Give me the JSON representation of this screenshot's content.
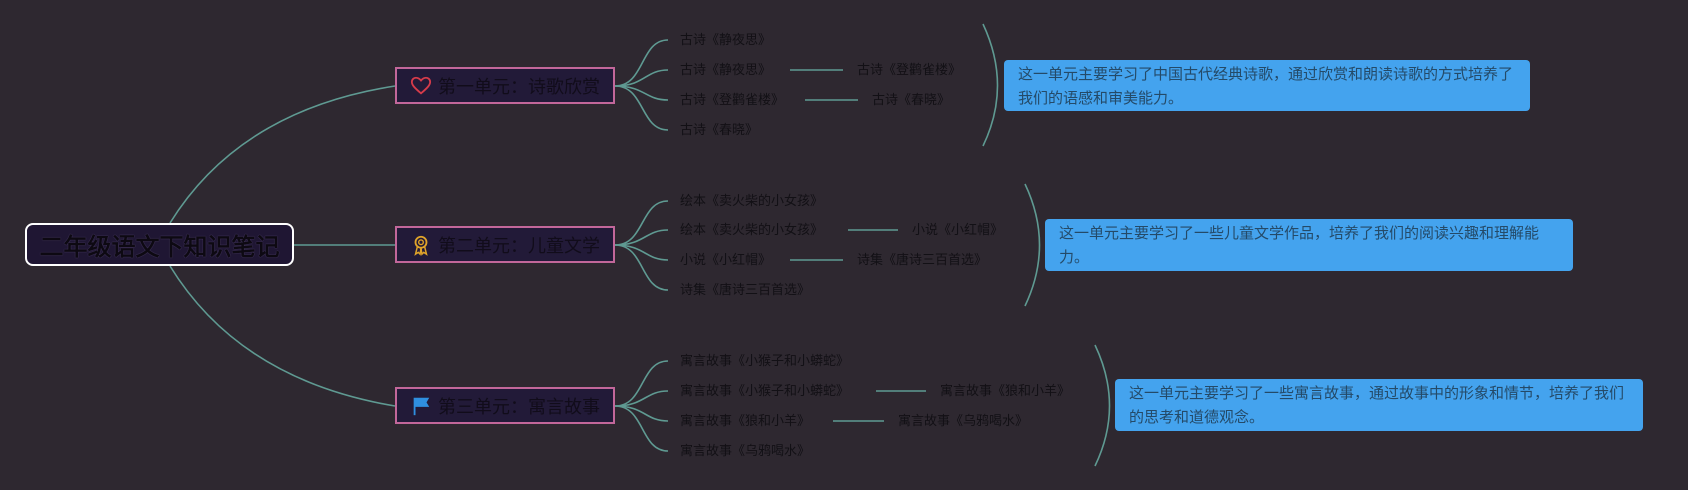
{
  "root": {
    "title": "二年级语文下知识笔记"
  },
  "units": [
    {
      "title": "第一单元：诗歌欣赏",
      "icon": "heart-icon",
      "items": [
        "古诗《静夜思》",
        "古诗《静夜思》",
        "古诗《登鹳雀楼》",
        "古诗《春晓》"
      ],
      "links": [
        {
          "from": "古诗《静夜思》",
          "to": "古诗《登鹳雀楼》"
        },
        {
          "from": "古诗《登鹳雀楼》",
          "to": "古诗《春晓》"
        }
      ],
      "summary": "这一单元主要学习了中国古代经典诗歌，通过欣赏和朗读诗歌的方式培养了我们的语感和审美能力。"
    },
    {
      "title": "第二单元：儿童文学",
      "icon": "award-ribbon-icon",
      "items": [
        "绘本《卖火柴的小女孩》",
        "绘本《卖火柴的小女孩》",
        "小说《小红帽》",
        "诗集《唐诗三百首选》"
      ],
      "links": [
        {
          "from": "绘本《卖火柴的小女孩》",
          "to": "小说《小红帽》"
        },
        {
          "from": "小说《小红帽》",
          "to": "诗集《唐诗三百首选》"
        }
      ],
      "summary": "这一单元主要学习了一些儿童文学作品，培养了我们的阅读兴趣和理解能力。"
    },
    {
      "title": "第三单元：寓言故事",
      "icon": "flag-icon",
      "items": [
        "寓言故事《小猴子和小蟒蛇》",
        "寓言故事《小猴子和小蟒蛇》",
        "寓言故事《狼和小羊》",
        "寓言故事《乌鸦喝水》"
      ],
      "links": [
        {
          "from": "寓言故事《小猴子和小蟒蛇》",
          "to": "寓言故事《狼和小羊》"
        },
        {
          "from": "寓言故事《狼和小羊》",
          "to": "寓言故事《乌鸦喝水》"
        }
      ],
      "summary": "这一单元主要学习了一些寓言故事，通过故事中的形象和情节，培养了我们的思考和道德观念。"
    }
  ],
  "colors": {
    "background": "#2e2830",
    "line": "#5f9a92",
    "unit_border": "#c2679a",
    "summary_bg": "#44a3ee",
    "heart": "#d63b4a",
    "award": "#e0a42a",
    "flag": "#2f8fe0"
  }
}
